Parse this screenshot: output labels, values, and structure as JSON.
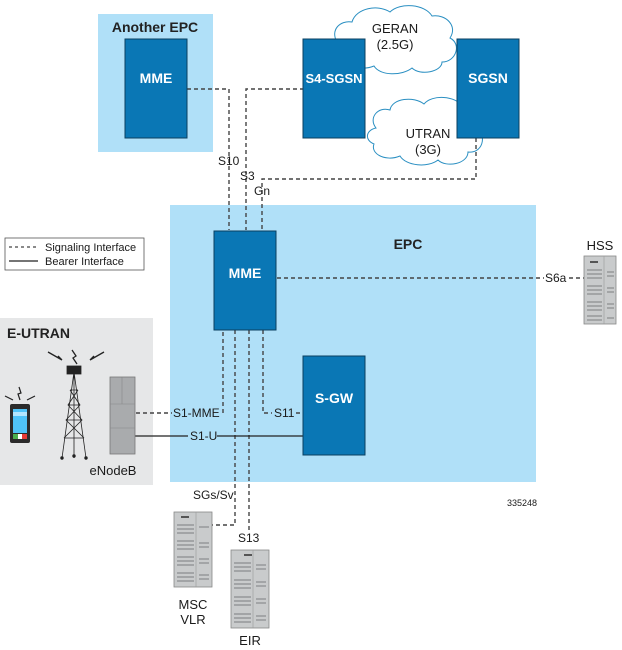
{
  "regions": {
    "another_epc": "Another EPC",
    "epc": "EPC",
    "eutran": "E-UTRAN"
  },
  "nodes": {
    "another_mme": "MME",
    "s4_sgsn": "S4-SGSN",
    "sgsn": "SGSN",
    "mme": "MME",
    "sgw": "S-GW",
    "hss": "HSS",
    "enodeb": "eNodeB",
    "msc_vlr_line1": "MSC",
    "msc_vlr_line2": "VLR",
    "eir": "EIR"
  },
  "clouds": {
    "geran_line1": "GERAN",
    "geran_line2": "(2.5G)",
    "utran_line1": "UTRAN",
    "utran_line2": "(3G)"
  },
  "interfaces": {
    "s10": "S10",
    "s3": "S3",
    "gn": "Gn",
    "s6a": "S6a",
    "s1_mme": "S1-MME",
    "s11": "S11",
    "s1_u": "S1-U",
    "sgs_sv": "SGs/Sv",
    "s13": "S13"
  },
  "legend": {
    "signaling": "Signaling Interface",
    "bearer": "Bearer Interface"
  },
  "figure_id": "335248",
  "colors": {
    "node_fill": "#0a77b5",
    "node_stroke": "#0b3f5f",
    "region_fill": "#b0e0f8",
    "eutran_fill": "#e6e7e8",
    "cloud_stroke": "#2a8fc2"
  }
}
